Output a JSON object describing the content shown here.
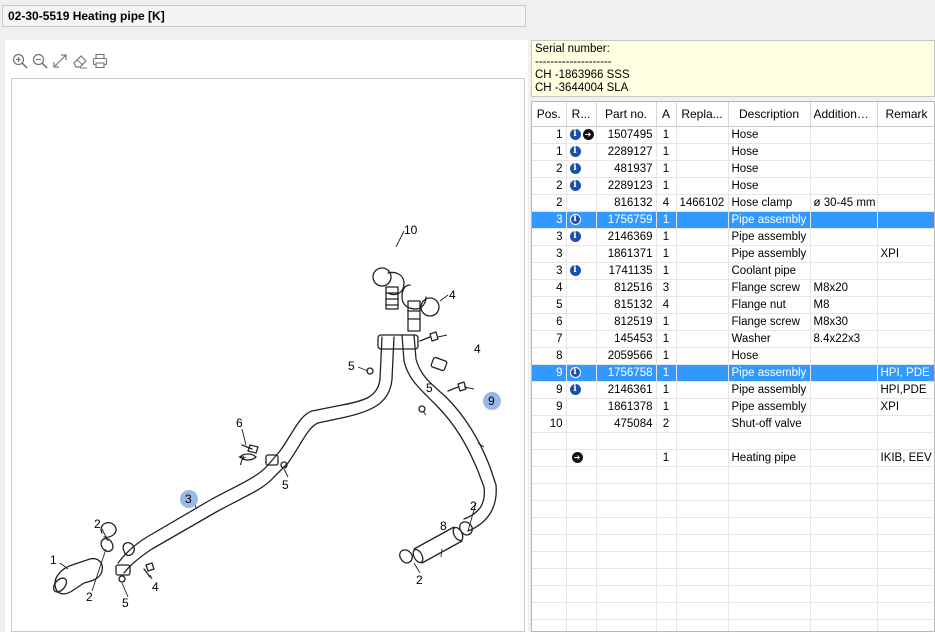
{
  "window": {
    "title": "02-30-5519 Heating pipe [K]"
  },
  "serial": {
    "label": "Serial number:",
    "separator": "--------------------",
    "lines": [
      "CH -1863966 SSS",
      "CH -3644004 SLA"
    ]
  },
  "toolbar": {
    "buttons": [
      {
        "name": "zoom-in",
        "icon": "zoom-in-icon"
      },
      {
        "name": "zoom-out",
        "icon": "zoom-out-icon"
      },
      {
        "name": "fit",
        "icon": "expand-icon"
      },
      {
        "name": "erase",
        "icon": "eraser-icon"
      },
      {
        "name": "print",
        "icon": "printer-icon"
      }
    ]
  },
  "drawing": {
    "callouts": {
      "c1": "1",
      "c2a": "2",
      "c2b": "2",
      "c2c": "2",
      "c2d": "2",
      "c3": "3",
      "c4a": "4",
      "c4b": "4",
      "c4c": "4",
      "c5a": "5",
      "c5b": "5",
      "c5c": "5",
      "c5d": "5",
      "c6": "6",
      "c7": "7",
      "c8": "8",
      "c9": "9",
      "c10": "10"
    },
    "highlight_color": "#9ab8e6"
  },
  "table": {
    "columns": [
      "Pos.",
      "R...",
      "Part no.",
      "A",
      "Repla...",
      "Description",
      "Additional...",
      "Remark"
    ],
    "rows": [
      {
        "pos": "1",
        "info": true,
        "arrow": true,
        "part": "1507495",
        "a": "1",
        "repl": "",
        "desc": "Hose",
        "add": "",
        "remark": "",
        "selected": false
      },
      {
        "pos": "1",
        "info": true,
        "arrow": false,
        "part": "2289127",
        "a": "1",
        "repl": "",
        "desc": "Hose",
        "add": "",
        "remark": "",
        "selected": false
      },
      {
        "pos": "2",
        "info": true,
        "arrow": false,
        "part": "481937",
        "a": "1",
        "repl": "",
        "desc": "Hose",
        "add": "",
        "remark": "",
        "selected": false
      },
      {
        "pos": "2",
        "info": true,
        "arrow": false,
        "part": "2289123",
        "a": "1",
        "repl": "",
        "desc": "Hose",
        "add": "",
        "remark": "",
        "selected": false
      },
      {
        "pos": "2",
        "info": false,
        "arrow": false,
        "part": "816132",
        "a": "4",
        "repl": "1466102",
        "desc": "Hose clamp",
        "add": "ø 30-45 mm",
        "remark": "",
        "selected": false
      },
      {
        "pos": "3",
        "info": true,
        "arrow": false,
        "part": "1756759",
        "a": "1",
        "repl": "",
        "desc": "Pipe assembly",
        "add": "",
        "remark": "",
        "selected": true
      },
      {
        "pos": "3",
        "info": true,
        "arrow": false,
        "part": "2146369",
        "a": "1",
        "repl": "",
        "desc": "Pipe assembly",
        "add": "",
        "remark": "",
        "selected": false
      },
      {
        "pos": "3",
        "info": false,
        "arrow": false,
        "part": "1861371",
        "a": "1",
        "repl": "",
        "desc": "Pipe assembly",
        "add": "",
        "remark": "XPI",
        "selected": false
      },
      {
        "pos": "3",
        "info": true,
        "arrow": false,
        "part": "1741135",
        "a": "1",
        "repl": "",
        "desc": "Coolant pipe",
        "add": "",
        "remark": "",
        "selected": false
      },
      {
        "pos": "4",
        "info": false,
        "arrow": false,
        "part": "812516",
        "a": "3",
        "repl": "",
        "desc": "Flange screw",
        "add": "M8x20",
        "remark": "",
        "selected": false
      },
      {
        "pos": "5",
        "info": false,
        "arrow": false,
        "part": "815132",
        "a": "4",
        "repl": "",
        "desc": "Flange nut",
        "add": "M8",
        "remark": "",
        "selected": false
      },
      {
        "pos": "6",
        "info": false,
        "arrow": false,
        "part": "812519",
        "a": "1",
        "repl": "",
        "desc": "Flange screw",
        "add": "M8x30",
        "remark": "",
        "selected": false
      },
      {
        "pos": "7",
        "info": false,
        "arrow": false,
        "part": "145453",
        "a": "1",
        "repl": "",
        "desc": "Washer",
        "add": "8.4x22x3",
        "remark": "",
        "selected": false
      },
      {
        "pos": "8",
        "info": false,
        "arrow": false,
        "part": "2059566",
        "a": "1",
        "repl": "",
        "desc": "Hose",
        "add": "",
        "remark": "",
        "selected": false
      },
      {
        "pos": "9",
        "info": true,
        "arrow": false,
        "part": "1756758",
        "a": "1",
        "repl": "",
        "desc": "Pipe assembly",
        "add": "",
        "remark": "HPI, PDE",
        "selected": true
      },
      {
        "pos": "9",
        "info": true,
        "arrow": false,
        "part": "2146361",
        "a": "1",
        "repl": "",
        "desc": "Pipe assembly",
        "add": "",
        "remark": "HPI,PDE",
        "selected": false
      },
      {
        "pos": "9",
        "info": false,
        "arrow": false,
        "part": "1861378",
        "a": "1",
        "repl": "",
        "desc": "Pipe assembly",
        "add": "",
        "remark": "XPI",
        "selected": false
      },
      {
        "pos": "10",
        "info": false,
        "arrow": false,
        "part": "475084",
        "a": "2",
        "repl": "",
        "desc": "Shut-off valve",
        "add": "",
        "remark": "",
        "selected": false
      },
      {
        "pos": "",
        "info": false,
        "arrow": false,
        "part": "",
        "a": "",
        "repl": "",
        "desc": "",
        "add": "",
        "remark": "",
        "selected": false
      },
      {
        "pos": "",
        "info": false,
        "arrow": true,
        "part": "",
        "a": "1",
        "repl": "",
        "desc": "Heating pipe",
        "add": "",
        "remark": "IKIB, EEV",
        "selected": false
      }
    ],
    "empty_rows": 10
  }
}
